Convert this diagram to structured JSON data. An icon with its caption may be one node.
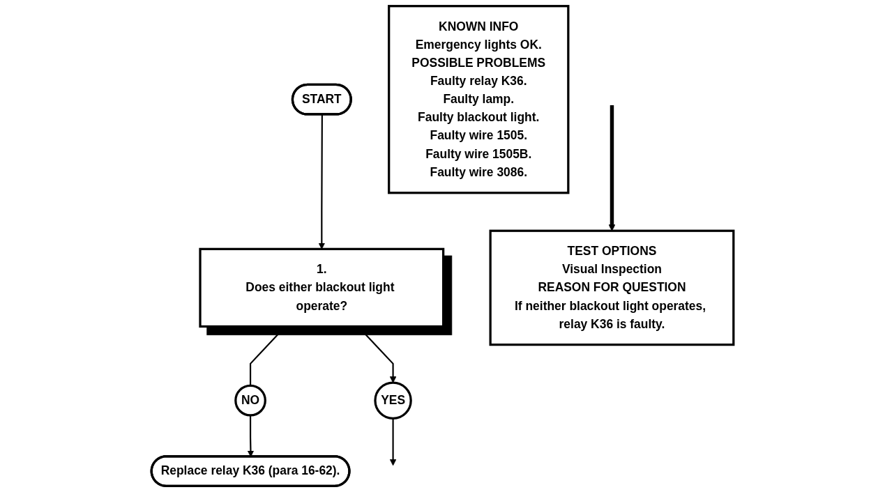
{
  "diagram": {
    "nodes": [
      {
        "text": [
          "START"
        ]
      },
      {
        "text": [
          "KNOWN INFO",
          "Emergency lights OK.",
          "POSSIBLE PROBLEMS",
          "Faulty relay K36.",
          "Faulty lamp.",
          "Faulty blackout light.",
          "Faulty wire 1505.",
          "Faulty wire 1505B.",
          "Faulty wire 3086."
        ]
      },
      {
        "text": [
          "1.",
          "Does either blackout light operate?"
        ]
      },
      {
        "text": [
          "TEST OPTIONS",
          "Visual Inspection",
          "REASON FOR QUESTION",
          "If neither blackout light operates, relay K36 is faulty."
        ]
      },
      {
        "text": [
          "NO"
        ]
      },
      {
        "text": [
          "YES"
        ]
      },
      {
        "text": [
          "Replace relay K36 (para 16-62)."
        ]
      }
    ],
    "edges": [
      {
        "from": 0,
        "to": 2,
        "arrow": "to"
      },
      {
        "from": 2,
        "to": 4,
        "arrow": "none"
      },
      {
        "from": 4,
        "to": 6,
        "arrow": "to"
      },
      {
        "from": 2,
        "to": 5,
        "arrow": "to"
      },
      {
        "from": 5,
        "to": null,
        "arrow": "to"
      },
      {
        "from": null,
        "to": 3,
        "arrow": "to",
        "style": "thick"
      }
    ]
  }
}
